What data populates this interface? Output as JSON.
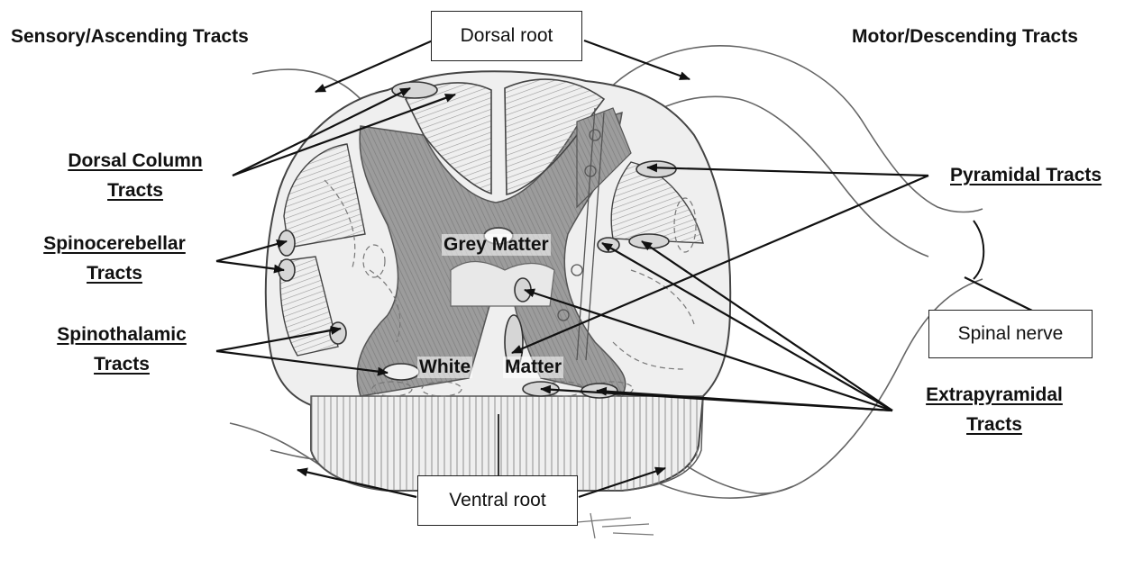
{
  "headings": {
    "sensory": "Sensory/Ascending Tracts",
    "motor": "Motor/Descending Tracts"
  },
  "boxes": {
    "dorsal_root": "Dorsal root",
    "ventral_root": "Ventral root",
    "spinal_nerve": "Spinal nerve"
  },
  "labels": {
    "dorsal_column": [
      "Dorsal Column",
      "Tracts"
    ],
    "spinocerebellar": [
      "Spinocerebellar",
      "Tracts"
    ],
    "spinothalamic": [
      "Spinothalamic",
      "Tracts"
    ],
    "pyramidal": "Pyramidal Tracts",
    "extrapyramidal": [
      "Extrapyramidal",
      "Tracts"
    ]
  },
  "regions": {
    "grey_matter": "Grey Matter",
    "white_matter_1": "White",
    "white_matter_2": "Matter"
  },
  "colors": {
    "ink": "#111111",
    "grey_matter": "#8a8a8a",
    "shading": "#b8b8b8",
    "pencil": "#555555"
  }
}
